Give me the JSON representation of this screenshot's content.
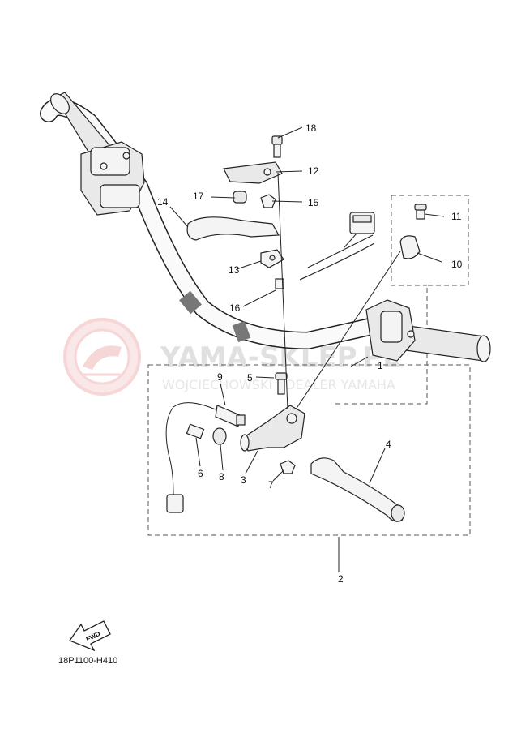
{
  "watermark": {
    "title": "YAMA-SKLEP.PL",
    "subtitle": "WOJCIECHOWSKI - DEALER YAMAHA"
  },
  "callouts": [
    "1",
    "2",
    "3",
    "4",
    "5",
    "6",
    "7",
    "8",
    "9",
    "10",
    "11",
    "12",
    "13",
    "14",
    "15",
    "16",
    "17",
    "18"
  ],
  "fwd_label": "FWD",
  "diagram_code": "18P1100-H410",
  "colors": {
    "line": "#222222",
    "watermark": "#f0c4c4",
    "fill": "#f4f4f4"
  }
}
